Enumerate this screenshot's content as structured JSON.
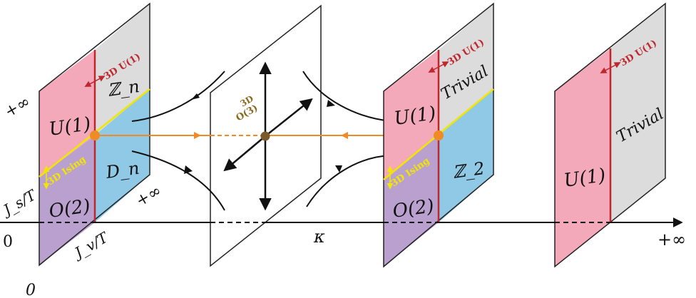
{
  "axis": {
    "origin_label": "0",
    "end_label": "+∞",
    "center_label": "κ"
  },
  "left_panel": {
    "top_left_label": "+∞",
    "left_axis_label": "J_s/T",
    "bottom_axis_label": "J_v/T",
    "bottom_right_label": "+∞",
    "corner_label": "0",
    "region_top_left": "U(1)",
    "region_top_right": "ℤ_n",
    "region_bottom_left": "O(2)",
    "region_bottom_right": "D_n",
    "transition_red": "3D U(1)",
    "transition_yellow": "3D Ising"
  },
  "middle_panel": {
    "fixed_point_label_line1": "3D",
    "fixed_point_label_line2": "O(3)"
  },
  "right_panel_a": {
    "region_top_left": "U(1)",
    "region_top_right": "Trivial",
    "region_bottom_left": "O(2)",
    "region_bottom_right": "ℤ_2",
    "transition_red": "3D U(1)",
    "transition_yellow": "3D Ising"
  },
  "right_panel_b": {
    "region_left": "U(1)",
    "region_right": "Trivial",
    "transition_red": "3D U(1)"
  },
  "colors": {
    "pink": "#f4a9ba",
    "gray": "#dcdcdc",
    "blue": "#8fc9e6",
    "purple": "#b9a0cf",
    "red_line": "#c0272d",
    "yellow_line": "#f2e600",
    "orange": "#f08a24",
    "fixed_point": "#7a5a2a"
  }
}
